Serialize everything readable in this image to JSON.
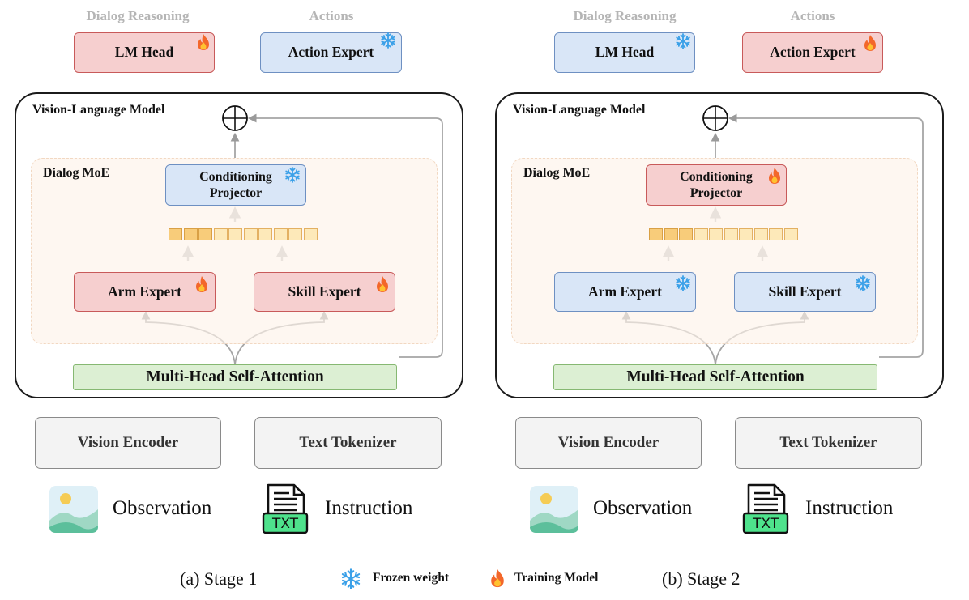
{
  "stages": [
    {
      "id": "a",
      "dialog_reasoning_label": "Dialog Reasoning",
      "actions_label": "Actions",
      "lm_head": {
        "label": "LM Head",
        "state": "training"
      },
      "action_expert": {
        "label": "Action Expert",
        "state": "frozen"
      },
      "vlm_title": "Vision-Language Model",
      "moe_title": "Dialog MoE",
      "conditioning_projector": {
        "line1": "Conditioning",
        "line2": "Projector",
        "state": "frozen"
      },
      "arm_expert": {
        "label": "Arm Expert",
        "state": "training"
      },
      "skill_expert": {
        "label": "Skill Expert",
        "state": "training"
      },
      "attention_label": "Multi-Head Self-Attention",
      "vision_encoder_label": "Vision Encoder",
      "text_tokenizer_label": "Text Tokenizer",
      "observation_label": "Observation",
      "instruction_label": "Instruction",
      "txt_icon_text": "TXT",
      "caption": "(a) Stage 1"
    },
    {
      "id": "b",
      "dialog_reasoning_label": "Dialog Reasoning",
      "actions_label": "Actions",
      "lm_head": {
        "label": "LM Head",
        "state": "frozen"
      },
      "action_expert": {
        "label": "Action Expert",
        "state": "training"
      },
      "vlm_title": "Vision-Language Model",
      "moe_title": "Dialog MoE",
      "conditioning_projector": {
        "line1": "Conditioning",
        "line2": "Projector",
        "state": "training"
      },
      "arm_expert": {
        "label": "Arm Expert",
        "state": "frozen"
      },
      "skill_expert": {
        "label": "Skill Expert",
        "state": "frozen"
      },
      "attention_label": "Multi-Head Self-Attention",
      "vision_encoder_label": "Vision Encoder",
      "text_tokenizer_label": "Text Tokenizer",
      "observation_label": "Observation",
      "instruction_label": "Instruction",
      "txt_icon_text": "TXT",
      "caption": "(b) Stage 2"
    }
  ],
  "legend": {
    "frozen": {
      "label": "Frozen weight",
      "icon": "snowflake-icon"
    },
    "training": {
      "label": "Training Model",
      "icon": "flame-icon"
    }
  },
  "colors": {
    "training_fill": "#f6cfcf",
    "training_border": "#c85a5a",
    "frozen_fill": "#d9e6f7",
    "frozen_border": "#6e90c2",
    "attention_fill": "#dcefd3",
    "token_fill": "#fde9b9",
    "snowflake": "#3aa0e8",
    "flame_outer": "#f3672a",
    "flame_inner": "#ffc230"
  }
}
